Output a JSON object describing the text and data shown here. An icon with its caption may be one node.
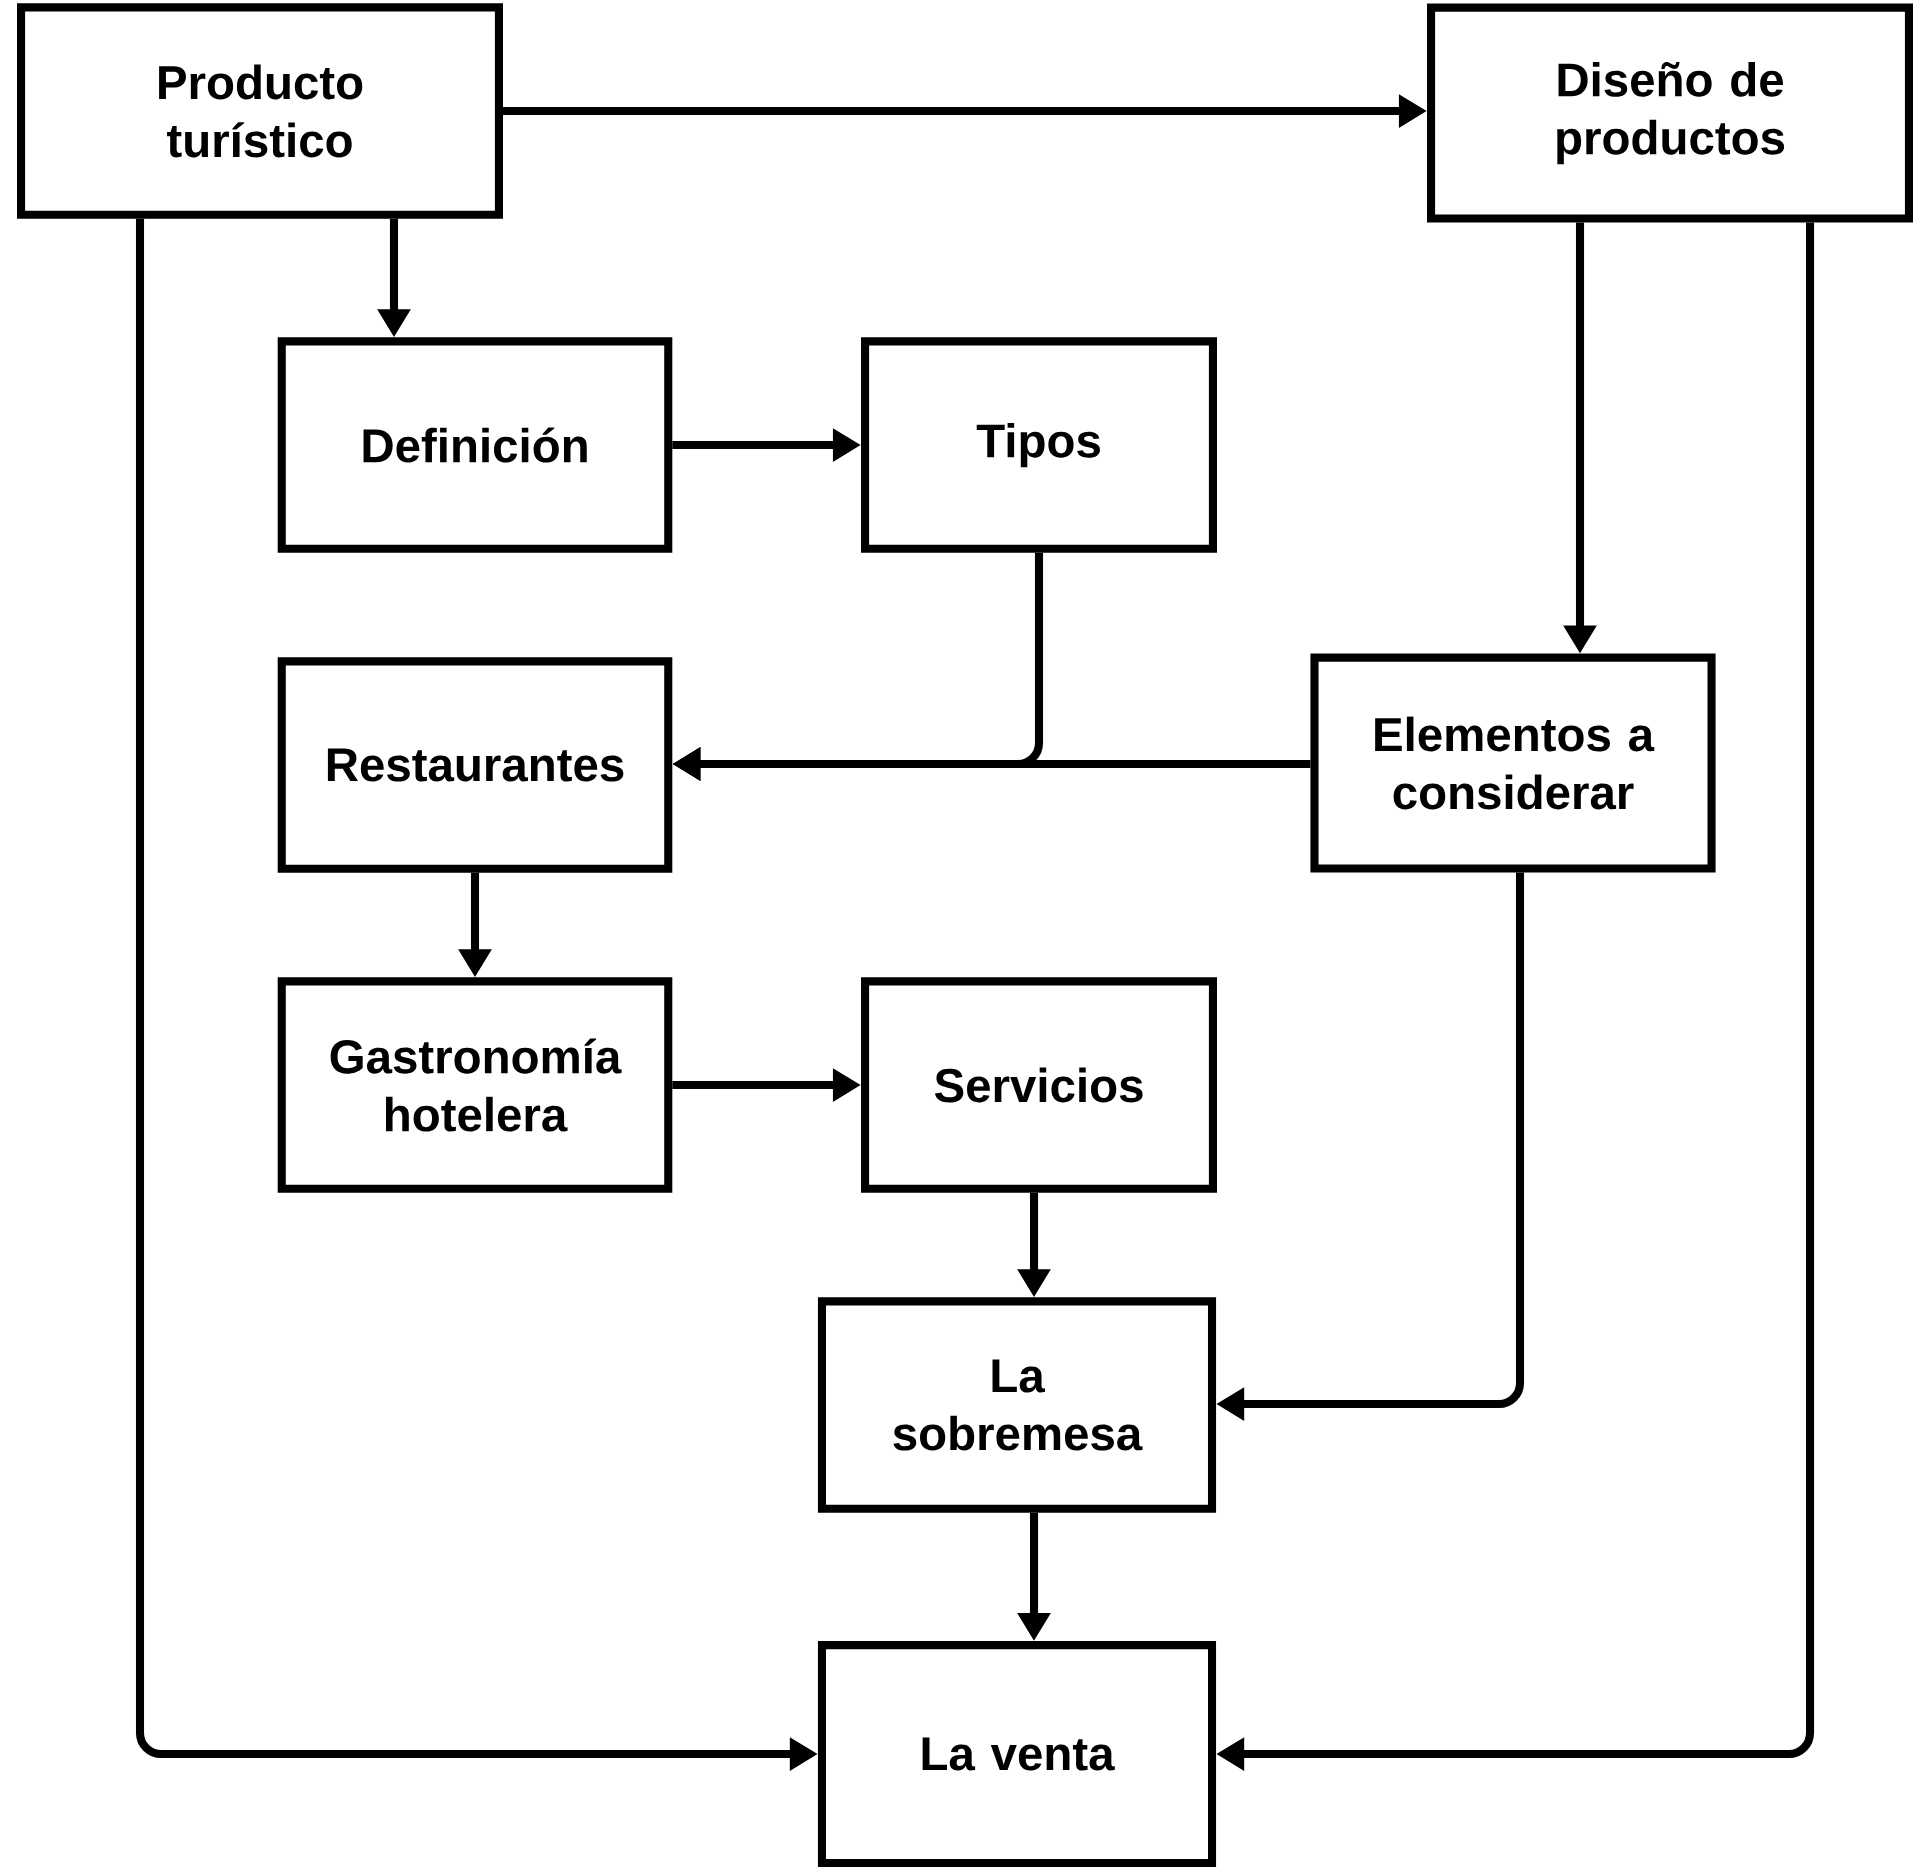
{
  "diagram": {
    "nodes": [
      {
        "text": [
          "Producto turístico"
        ]
      },
      {
        "text": [
          "Diseño de productos"
        ]
      },
      {
        "text": [
          "Definición"
        ]
      },
      {
        "text": [
          "Tipos"
        ]
      },
      {
        "text": [
          "Restaurantes"
        ]
      },
      {
        "text": [
          "Elementos a considerar"
        ]
      },
      {
        "text": [
          "Gastronomía hotelera"
        ]
      },
      {
        "text": [
          "Servicios"
        ]
      },
      {
        "text": [
          "La sobremesa"
        ]
      },
      {
        "text": [
          "La venta"
        ]
      }
    ],
    "edges": [
      {
        "from": 0,
        "to": 1,
        "arrow": "to"
      },
      {
        "from": 0,
        "to": 2,
        "arrow": "to"
      },
      {
        "from": 2,
        "to": 3,
        "arrow": "to"
      },
      {
        "from": 3,
        "to": 4,
        "arrow": "to"
      },
      {
        "from": 5,
        "to": 4,
        "arrow": "to"
      },
      {
        "from": 1,
        "to": 5,
        "arrow": "to"
      },
      {
        "from": 4,
        "to": 6,
        "arrow": "to"
      },
      {
        "from": 6,
        "to": 7,
        "arrow": "to"
      },
      {
        "from": 7,
        "to": 8,
        "arrow": "to"
      },
      {
        "from": 5,
        "to": 8,
        "arrow": "to"
      },
      {
        "from": 8,
        "to": 9,
        "arrow": "to"
      },
      {
        "from": 0,
        "to": 9,
        "arrow": "to"
      },
      {
        "from": 1,
        "to": 9,
        "arrow": "to"
      }
    ]
  }
}
